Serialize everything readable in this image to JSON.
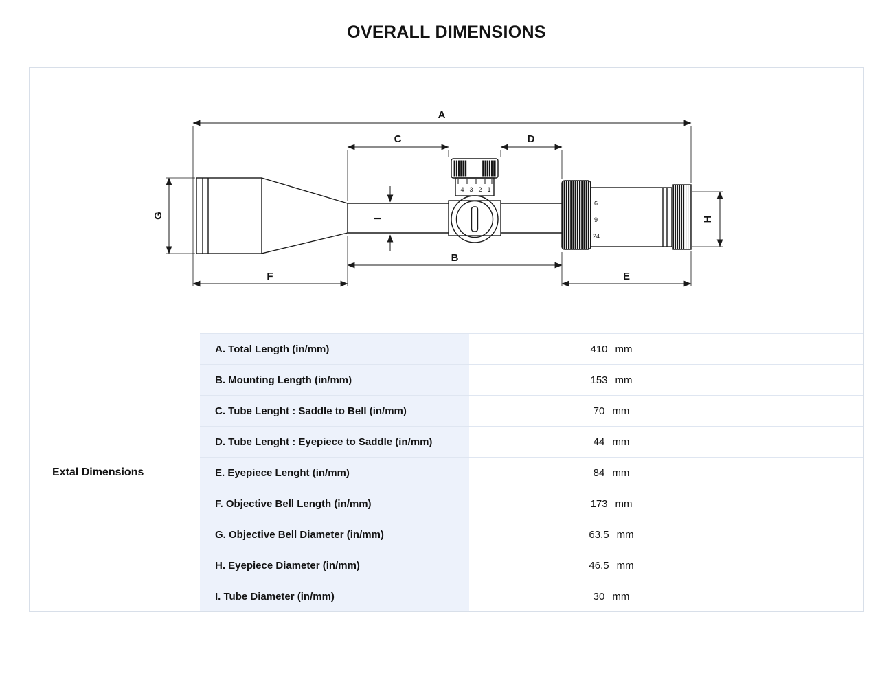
{
  "page": {
    "title": "OVERALL DIMENSIONS"
  },
  "diagram": {
    "dim_labels": {
      "A": "A",
      "B": "B",
      "C": "C",
      "D": "D",
      "E": "E",
      "F": "F",
      "G": "G",
      "H": "H",
      "I": "I"
    },
    "turret_scale": [
      "4",
      "3",
      "2",
      "1"
    ],
    "power_ring_numbers": [
      "6",
      "9",
      "24"
    ],
    "line_color": "#1a1a1a"
  },
  "table": {
    "category_label": "Extal Dimensions",
    "rows": [
      {
        "label": "A.  Total Length   (in/mm)",
        "value": "410",
        "unit": "mm"
      },
      {
        "label": "B.  Mounting Length  (in/mm)",
        "value": "153",
        "unit": "mm"
      },
      {
        "label": "C.  Tube Lenght : Saddle to Bell  (in/mm)",
        "value": "70",
        "unit": "mm"
      },
      {
        "label": "D.  Tube Lenght : Eyepiece to Saddle  (in/mm)",
        "value": "44",
        "unit": "mm"
      },
      {
        "label": "E.  Eyepiece Lenght  (in/mm)",
        "value": "84",
        "unit": "mm"
      },
      {
        "label": "F.  Objective Bell Length  (in/mm)",
        "value": "173",
        "unit": "mm"
      },
      {
        "label": "G.  Objective Bell Diameter  (in/mm)",
        "value": "63.5",
        "unit": "mm"
      },
      {
        "label": "H.  Eyepiece Diameter  (in/mm)",
        "value": "46.5",
        "unit": "mm"
      },
      {
        "label": "I.  Tube Diameter  (in/mm)",
        "value": "30",
        "unit": "mm"
      }
    ]
  }
}
